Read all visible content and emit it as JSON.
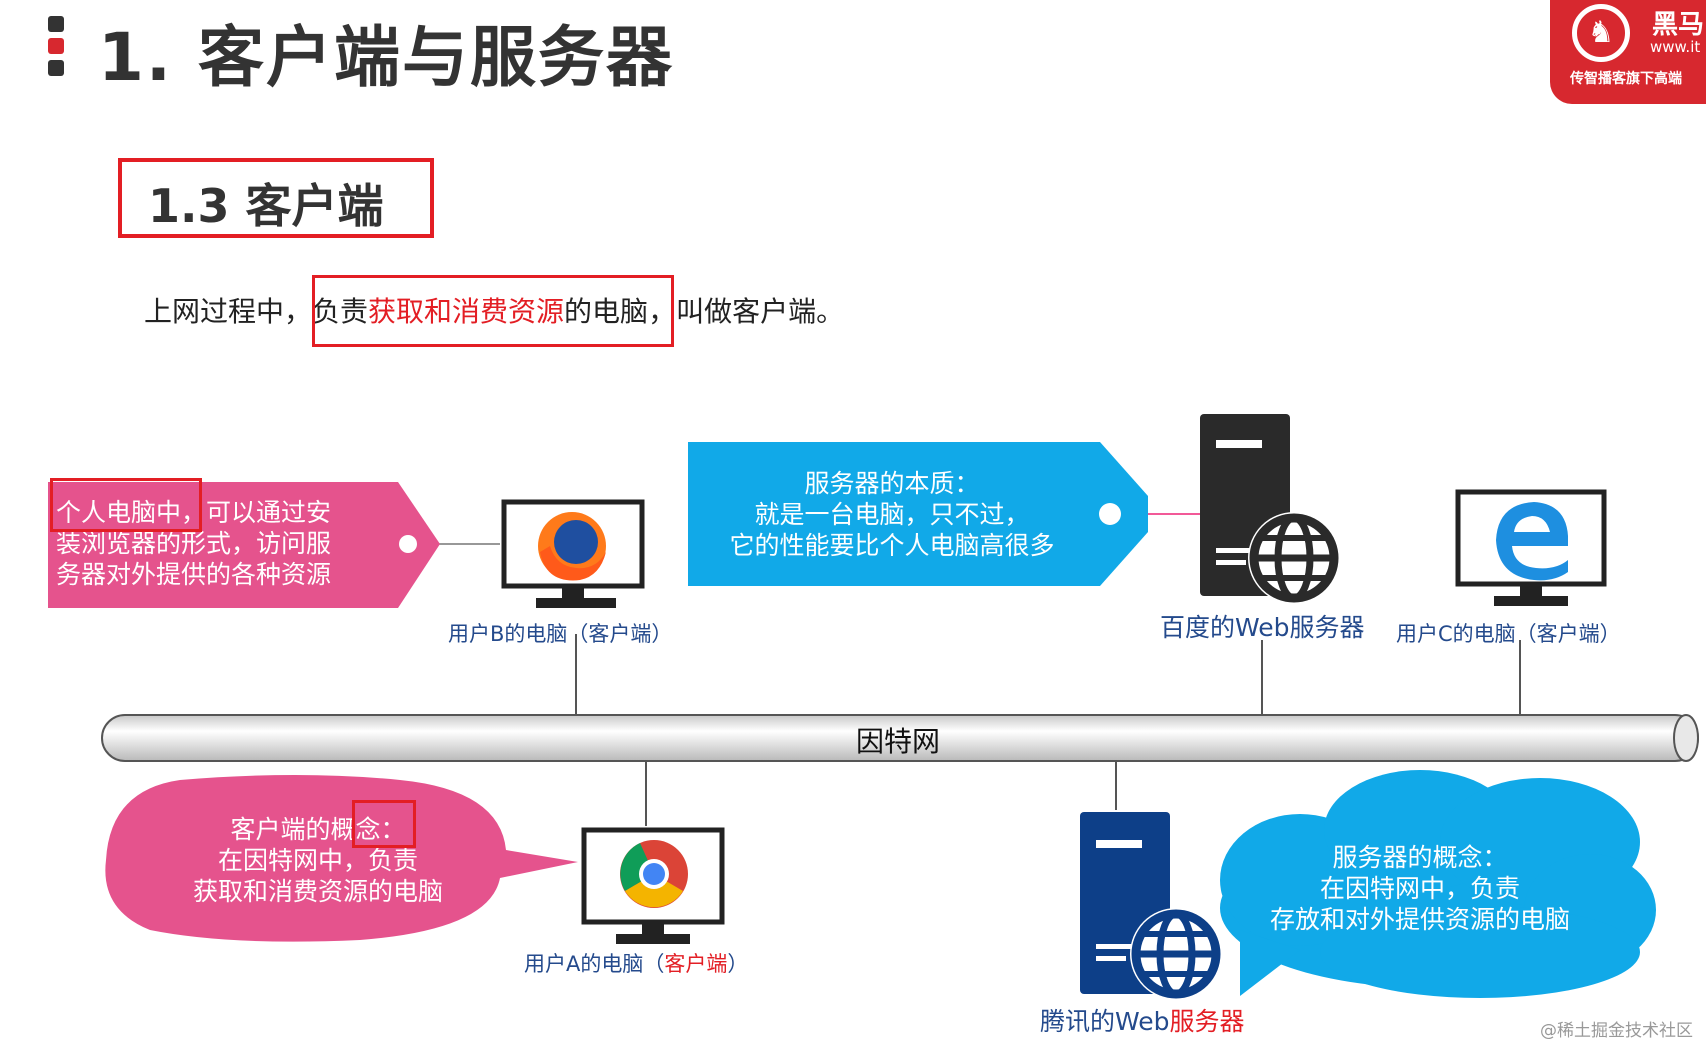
{
  "title": "1. 客户端与服务器",
  "logo": {
    "brand": "黑马",
    "url": "www.it",
    "slogan": "传智播客旗下高端",
    "icon": "horse-logo-icon"
  },
  "section": {
    "heading": "1.3 客户端"
  },
  "definition": {
    "prefix": "上网过程中，",
    "boxed_start": "负责",
    "boxed_red": "获取和消费资源",
    "boxed_end": "的电脑",
    "suffix": "，叫做客户端。"
  },
  "callouts": {
    "pc": {
      "highlight": "个人电脑中",
      "line1_rest": "，可以通过安",
      "line2": "装浏览器的形式，访问服",
      "line3": "务器对外提供的各种资源"
    },
    "server_essence": {
      "line1": "服务器的本质：",
      "line2": "就是一台电脑，只不过，",
      "line3": "它的性能要比个人电脑高很多"
    },
    "client_concept": {
      "line1_pre": "客户端的",
      "line1_highlight": "概念",
      "line1_post": "：",
      "line2": "在因特网中，负责",
      "line3": "获取和消费资源的电脑"
    },
    "server_concept": {
      "line1": "服务器的概念：",
      "line2": "在因特网中，负责",
      "line3": "存放和对外提供资源的电脑"
    }
  },
  "nodes": {
    "user_b": {
      "label": "用户B的电脑（客户端）",
      "icon": "firefox-icon"
    },
    "baidu_server": {
      "label": "百度的Web服务器",
      "icon": "server-globe-icon"
    },
    "user_c": {
      "label": "用户C的电脑（客户端）",
      "icon": "edge-icon"
    },
    "user_a": {
      "label_prefix": "用户A的电脑（",
      "label_red": "客户端",
      "label_suffix": "）",
      "icon": "chrome-icon"
    },
    "tencent_server": {
      "label_prefix": "腾讯的Web",
      "label_red": "服务器",
      "icon": "server-globe-icon"
    }
  },
  "network": {
    "label": "因特网"
  },
  "watermark": "@稀土掘金技术社区",
  "colors": {
    "red": "#e31e24",
    "pink": "#e5538d",
    "blue": "#11a9e8",
    "navy": "#0d3f88",
    "dark": "#2a2a2a"
  }
}
